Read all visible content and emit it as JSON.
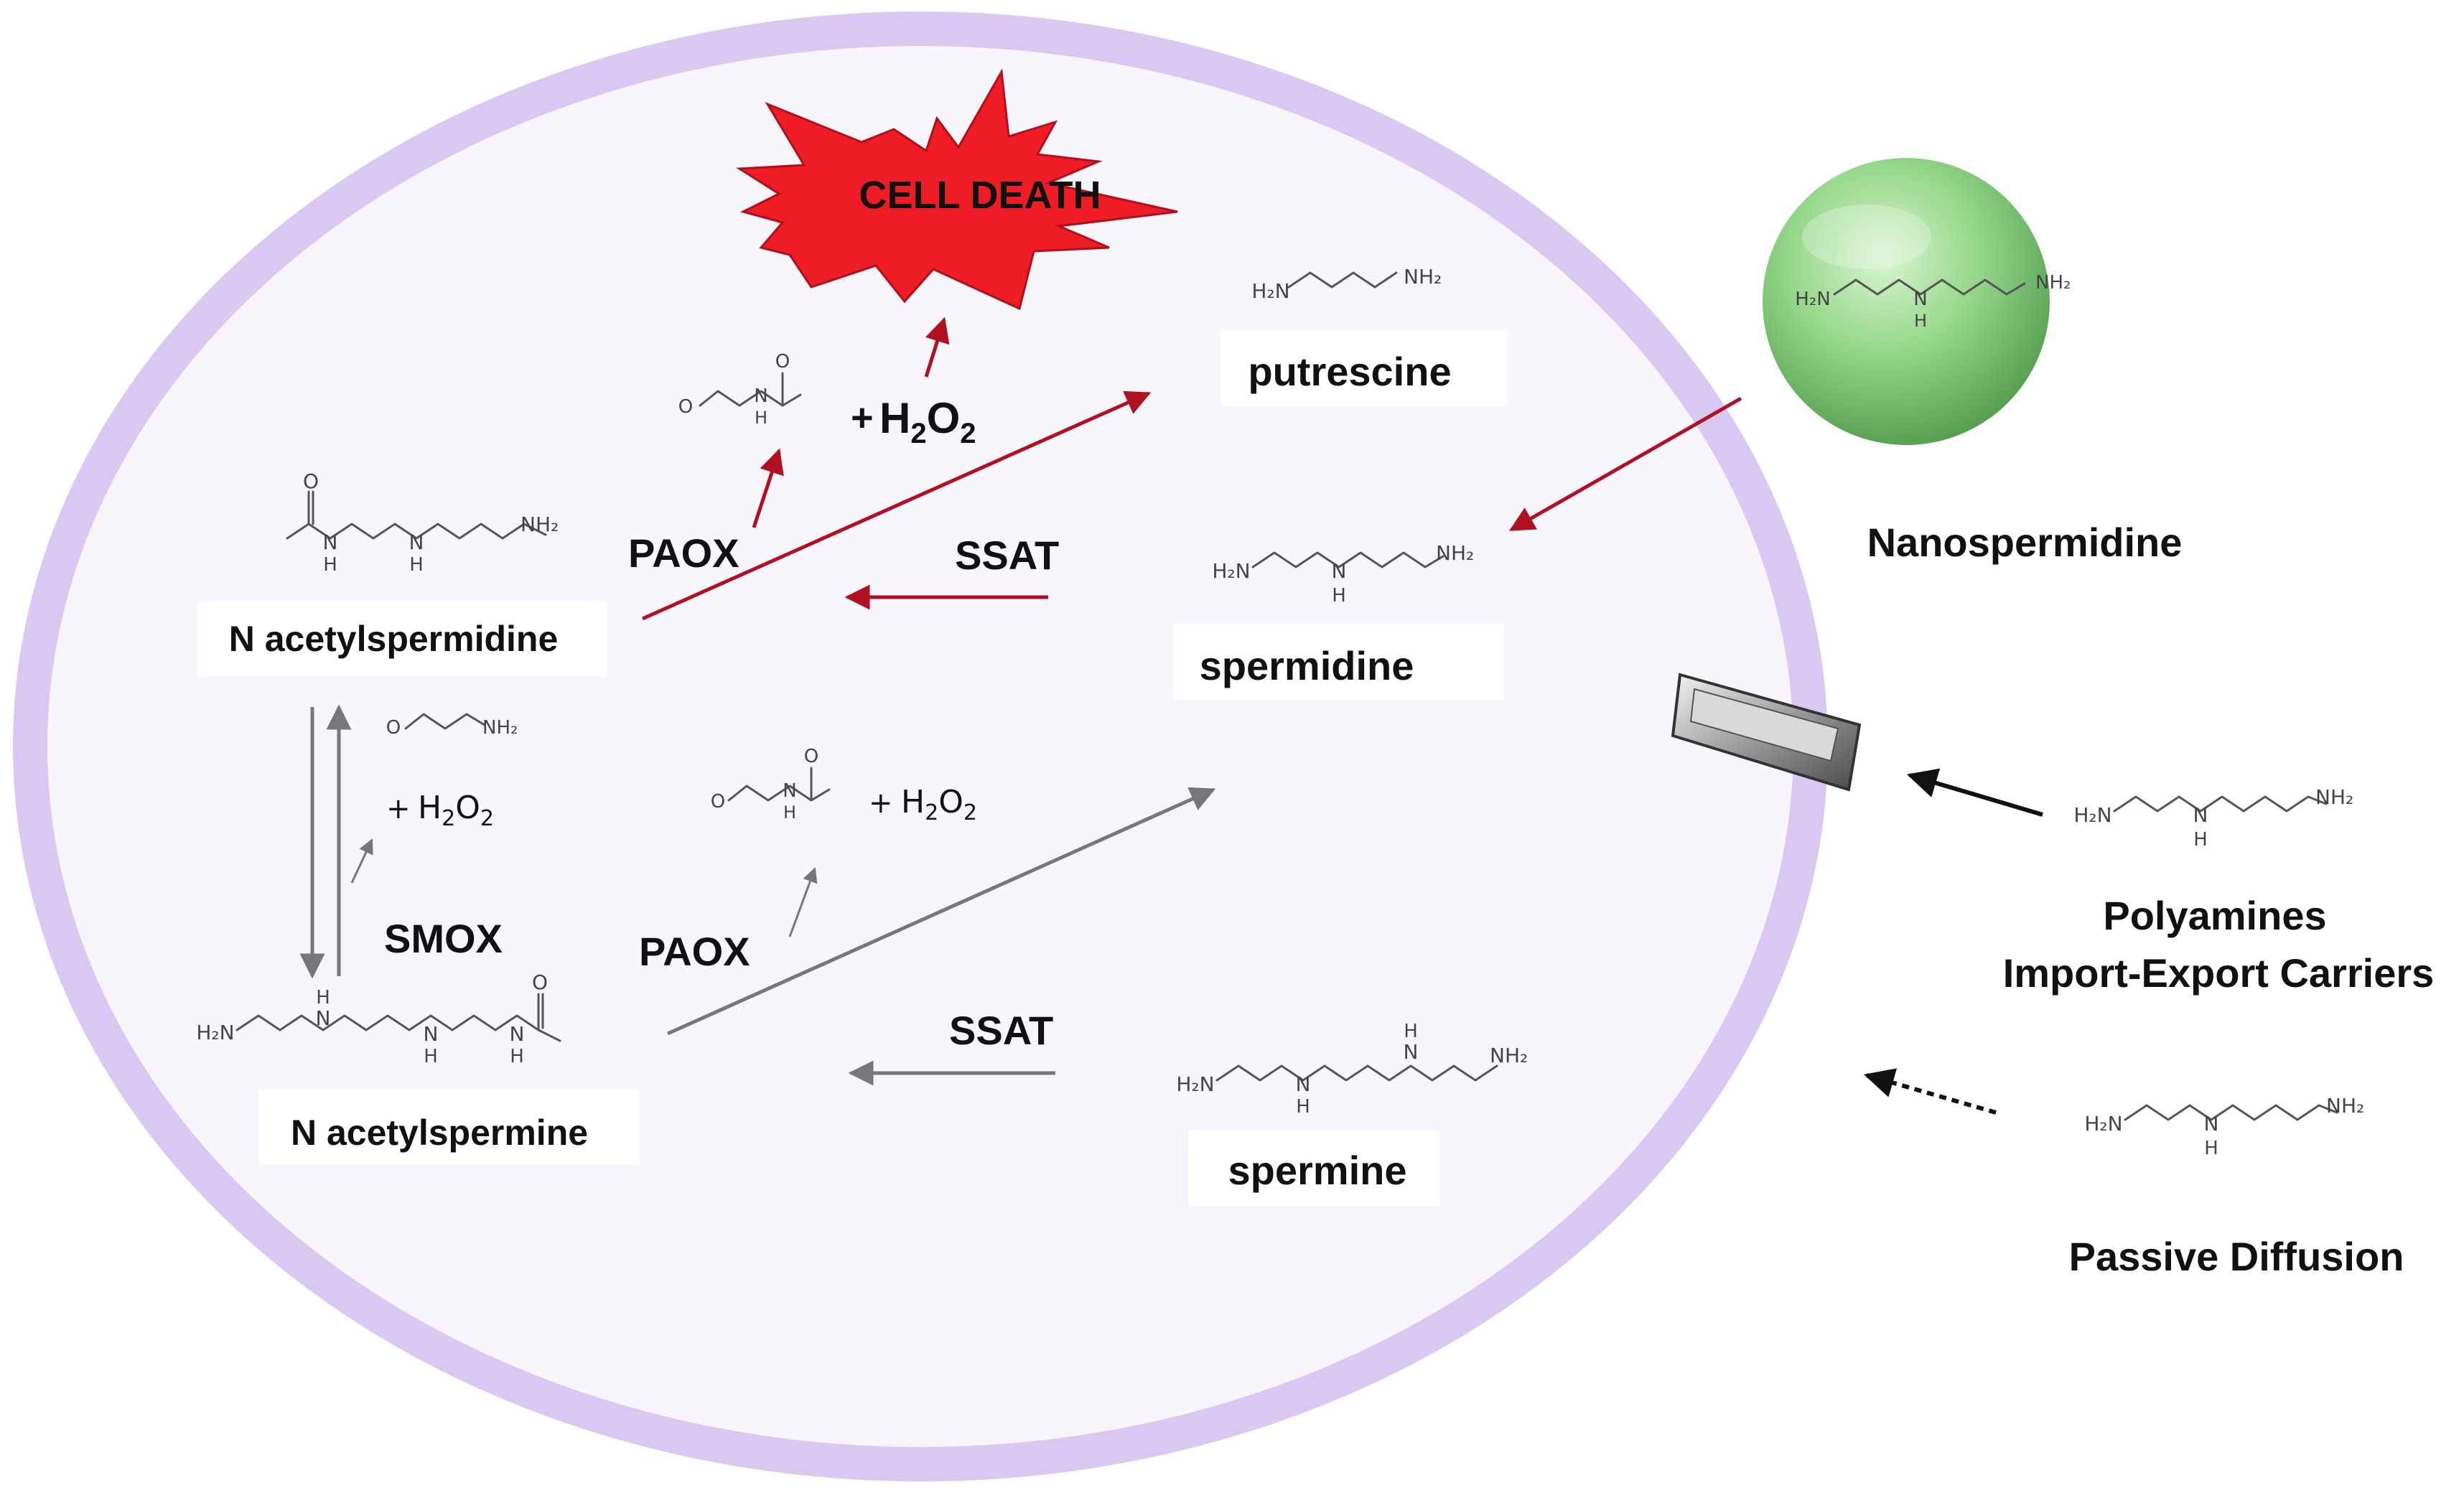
{
  "labels": {
    "cell_death": "CELL DEATH",
    "putrescine": "putrescine",
    "spermidine": "spermidine",
    "spermine": "spermine",
    "n_acetylspermidine": "N acetylspermidine",
    "n_acetylspermine": "N acetylspermine",
    "nanospermidine": "Nanospermidine",
    "carriers_line1": "Polyamines",
    "carriers_line2": "Import-Export Carriers",
    "passive_diffusion": "Passive Diffusion"
  },
  "enzymes": {
    "paox_top": "PAOX",
    "ssat_top": "SSAT",
    "smox": "SMOX",
    "paox_bottom": "PAOX",
    "ssat_bottom": "SSAT"
  },
  "byproducts": {
    "plus": "+",
    "h": "H",
    "o": "O",
    "two": "2"
  },
  "atoms": {
    "h2n": "H₂N",
    "nh2": "NH₂",
    "n": "N",
    "h": "H",
    "o": "O"
  },
  "colors": {
    "cell_membrane": "#d9c9f2",
    "cell_interior": "#f8f5fd",
    "red_arrow": "#b01020",
    "h2o2_red": "#c8102e",
    "burst_fill": "#ee1c25",
    "gray_arrow": "#777777",
    "sphere_green": "#8fd98a"
  }
}
